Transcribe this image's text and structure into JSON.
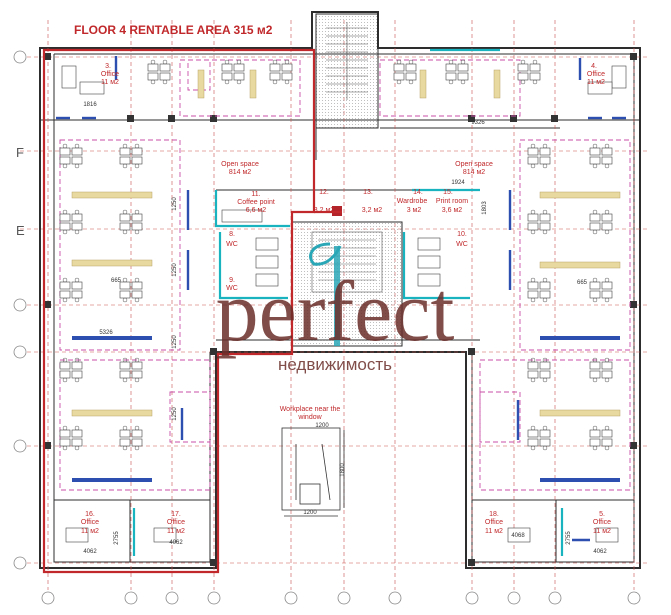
{
  "title": "FLOOR 4 RENTABLE AREA 315 м2",
  "rooms": {
    "office3": {
      "num": "3.",
      "name": "Office",
      "area": "11 м2"
    },
    "office4": {
      "num": "4.",
      "name": "Office",
      "area": "11 м2"
    },
    "open_space_left": {
      "name": "Open space",
      "area": "814 м2"
    },
    "open_space_right": {
      "name": "Open space",
      "area": "814 м2"
    },
    "coffee": {
      "num": "11.",
      "name": "Coffee point",
      "area": "6,6 м2"
    },
    "r12": {
      "num": "12.",
      "area": "3,2 м2"
    },
    "r13": {
      "num": "13.",
      "area": "3,2 м2"
    },
    "r14": {
      "num": "14.",
      "name": "Wardrobe",
      "area": "3 м2"
    },
    "r15": {
      "num": "15.",
      "name": "Print room",
      "area": "3,6 м2"
    },
    "wc8": {
      "num": "8.",
      "name": "WC"
    },
    "wc9": {
      "num": "9.",
      "name": "WC"
    },
    "wc10": {
      "num": "10.",
      "name": "WC"
    },
    "office16": {
      "num": "16.",
      "name": "Office",
      "area": "11 м2"
    },
    "office17": {
      "num": "17.",
      "name": "Office",
      "area": "11 м2"
    },
    "office18": {
      "num": "18.",
      "name": "Office",
      "area": "11 м2"
    },
    "office5": {
      "num": "5.",
      "name": "Office",
      "area": "11 м2"
    }
  },
  "workplace_note": {
    "line1": "Workplace near the",
    "line2": "window"
  },
  "dimensions": {
    "top_left": "1816",
    "top_right": "9326",
    "corridor": "1924",
    "d1803": "1803",
    "d1250a": "1250",
    "d1250b": "1250",
    "d1250c": "1250",
    "d1250d": "1250",
    "d665a": "665",
    "d665b": "665",
    "d1200a": "1200",
    "d1200b": "1200",
    "d1800": "1800",
    "d2755a": "2755",
    "d2755b": "2755",
    "d4062a": "4062",
    "d4062b": "4062",
    "d4068": "4068",
    "d4062c": "4062"
  },
  "axis_rows": {
    "F": "F",
    "E": "E"
  },
  "logo": {
    "word": "perfect",
    "sub": "недвижимость"
  },
  "colors": {
    "outline_red": "#c0282b",
    "wall": "#2d2d2d",
    "cyan": "#19b3c0",
    "blue": "#2c4fb0",
    "magenta": "#c94fa8",
    "logo": "#6b2e2a",
    "wood": "#e8d9a0"
  }
}
